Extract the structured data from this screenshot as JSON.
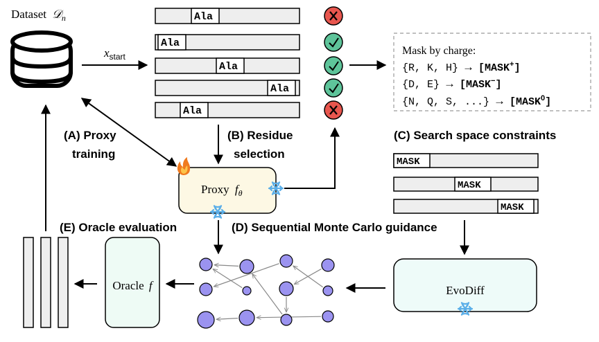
{
  "dataset": {
    "label": "Dataset",
    "symbol": "𝒟",
    "subscript": "n"
  },
  "x_start": {
    "base": "x",
    "subscript": "start"
  },
  "sequences": [
    {
      "token": "Ala",
      "status": "reject"
    },
    {
      "token": "Ala",
      "status": "accept"
    },
    {
      "token": "Ala",
      "status": "accept"
    },
    {
      "token": "Ala",
      "status": "accept"
    },
    {
      "token": "Ala",
      "status": "reject"
    }
  ],
  "mask_box": {
    "title": "Mask by charge:",
    "rows": [
      {
        "set": "{R, K, H}",
        "arrow": "→",
        "token": "[MASK",
        "sup": "+",
        "close": "]"
      },
      {
        "set": "{D, E}",
        "arrow": "→",
        "token": "[MASK",
        "sup": "−",
        "close": "]"
      },
      {
        "set": "{N, Q, S, ...}",
        "arrow": "→",
        "token": "[MASK",
        "sup": "0",
        "close": "]"
      }
    ]
  },
  "steps": {
    "a_line1": "(A) Proxy",
    "a_line2": "training",
    "b_line1": "(B) Residue",
    "b_line2": "selection",
    "c": "(C) Search space constraints",
    "d": "(D) Sequential Monte Carlo guidance",
    "e": "(E) Oracle evaluation"
  },
  "proxy": {
    "label": "Proxy",
    "symbol": "f",
    "subscript": "θ"
  },
  "oracle": {
    "label": "Oracle",
    "symbol": "f"
  },
  "evodiff": {
    "label": "EvoDiff"
  },
  "mask_sequences": [
    "MASK",
    "MASK",
    "MASK"
  ],
  "icons": {
    "accept": "check-icon",
    "reject": "cross-icon",
    "frozen": "snowflake-icon",
    "training": "flame-icon",
    "dataset": "database-icon"
  },
  "colors": {
    "accept": "#5ec49a",
    "reject": "#e8564e",
    "particle": "#9b93f0",
    "proxy_fill": "#fdf8e4",
    "box_fill": "#eefbf9",
    "snow": "#5aaee8",
    "bar_fill": "#eeeeee"
  }
}
